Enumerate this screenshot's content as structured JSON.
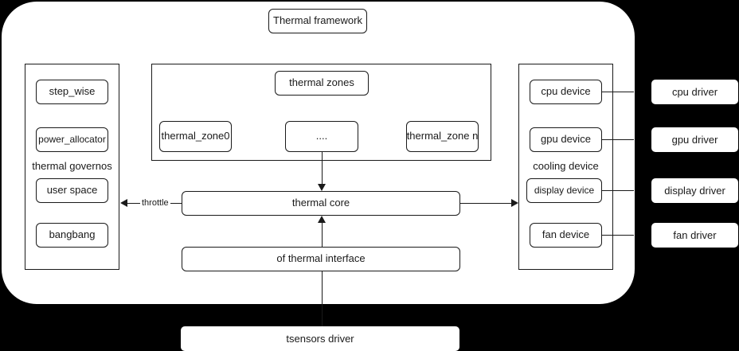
{
  "diagram": {
    "title": "Thermal framework",
    "framework_panel_name": "thermal-framework-panel"
  },
  "governors": {
    "caption": "thermal governos",
    "items": [
      {
        "label": "step_wise"
      },
      {
        "label": "power_allocator"
      },
      {
        "label": "user space"
      },
      {
        "label": "bangbang"
      }
    ]
  },
  "thermal_zones": {
    "title": "thermal zones",
    "items": [
      {
        "label": "thermal_zone0"
      },
      {
        "label": "...."
      },
      {
        "label": "thermal_zone n"
      }
    ]
  },
  "core": {
    "thermal_core": "thermal core",
    "of_thermal_interface": "of thermal interface"
  },
  "cooling": {
    "caption": "cooling device",
    "items": [
      {
        "label": "cpu device"
      },
      {
        "label": "gpu device"
      },
      {
        "label": "display device"
      },
      {
        "label": "fan device"
      }
    ]
  },
  "drivers": {
    "items": [
      {
        "label": "cpu driver"
      },
      {
        "label": "gpu driver"
      },
      {
        "label": "display driver"
      },
      {
        "label": "fan driver"
      }
    ]
  },
  "sensors": {
    "label": "tsensors driver"
  },
  "edges": {
    "throttle_label": "throttle"
  },
  "colors": {
    "background": "#000000",
    "surface": "#ffffff",
    "stroke": "#1a1a1a"
  }
}
